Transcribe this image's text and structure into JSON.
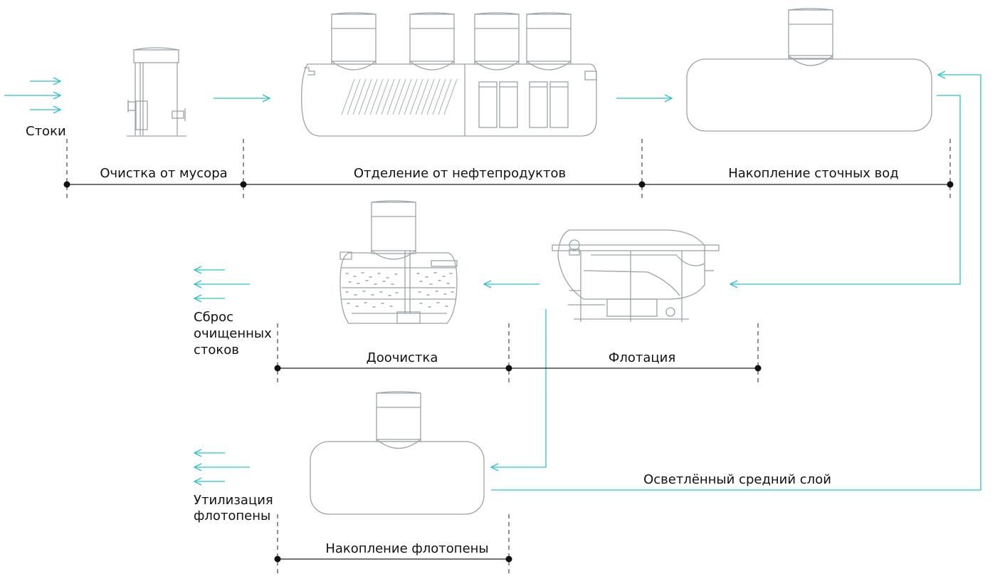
{
  "colors": {
    "flow": "#2bc4c4",
    "equipment": "#9aa3a8",
    "axis": "#222222",
    "text": "#111111"
  },
  "inputs": {
    "label": "Стоки"
  },
  "outputs": {
    "discharge_line1": "Сброс",
    "discharge_line2": "очищенных",
    "discharge_line3": "стоков",
    "foam_line1": "Утилизация",
    "foam_line2": "флотопены"
  },
  "stages": {
    "debris": "Очистка от мусора",
    "oil": "Отделение от нефтепродуктов",
    "storage": "Накопление сточных вод",
    "posttreatment": "Доочистка",
    "flotation": "Флотация",
    "foam_storage": "Накопление флотопены"
  },
  "flows": {
    "clarified_layer": "Осветлённый средний слой"
  },
  "icons": [
    "arrow-right-icon",
    "arrow-left-icon",
    "debris-trap-icon",
    "oil-separator-icon",
    "storage-tank-icon",
    "post-treatment-icon",
    "flotation-unit-icon",
    "foam-tank-icon"
  ]
}
